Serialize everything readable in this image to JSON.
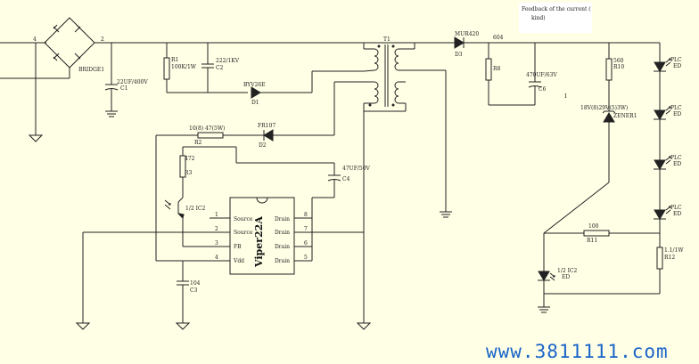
{
  "note": {
    "line1": "Feedback of the current (",
    "line2": "kind)"
  },
  "watermark": "www.3811111.com",
  "bridge": {
    "label": "BRIDGE1",
    "pin4": "4",
    "pin2": "2"
  },
  "c1": {
    "value": "22UF/400V",
    "ref": "C1"
  },
  "r1": {
    "ref": "R1",
    "value": "100K/1W"
  },
  "c2": {
    "value": "222/1KV",
    "ref": "C2"
  },
  "d1": {
    "part": "BYV26E",
    "ref": "D1"
  },
  "t1": {
    "ref": "T1"
  },
  "d3": {
    "part": "MUR420",
    "ref": "D3"
  },
  "r8": {
    "value": "604",
    "ref": "R8"
  },
  "c6": {
    "value": "470UF/63V",
    "ref": "C6"
  },
  "r10": {
    "value": "560",
    "ref": "R10"
  },
  "zener": {
    "value": "18V(8)29V(5)3W)",
    "ref": "ZENER1"
  },
  "r2": {
    "value": "10(8)  47(5W)",
    "ref": "R2"
  },
  "d2": {
    "part": "FR107",
    "ref": "D2"
  },
  "r3": {
    "value": "472",
    "ref": "R3"
  },
  "c4": {
    "value": "47UF/50V",
    "ref": "C4"
  },
  "ic2a": {
    "label": "1/2 IC2"
  },
  "ic1": {
    "title": "Viper22A",
    "left_pins": [
      {
        "num": "1",
        "name": "Source"
      },
      {
        "num": "2",
        "name": "Source"
      },
      {
        "num": "3",
        "name": "FB"
      },
      {
        "num": "4",
        "name": "Vdd"
      }
    ],
    "right_pins": [
      {
        "num": "8",
        "name": "Drain"
      },
      {
        "num": "7",
        "name": "Drain"
      },
      {
        "num": "6",
        "name": "Drain"
      },
      {
        "num": "5",
        "name": "Drain"
      }
    ]
  },
  "c3": {
    "value": "104",
    "ref": "C3"
  },
  "r11": {
    "value": "100",
    "ref": "R11"
  },
  "r12": {
    "value": "1.1/1W",
    "ref": "R12"
  },
  "ic2b": {
    "label1": "1/2 IC2",
    "label2": "ED"
  },
  "leds": [
    {
      "l1": "PLC",
      "l2": "ED"
    },
    {
      "l1": "PLC",
      "l2": "ED"
    },
    {
      "l1": "PLC",
      "l2": "ED"
    },
    {
      "l1": "PLC",
      "l2": "ED"
    }
  ],
  "mark": "I"
}
